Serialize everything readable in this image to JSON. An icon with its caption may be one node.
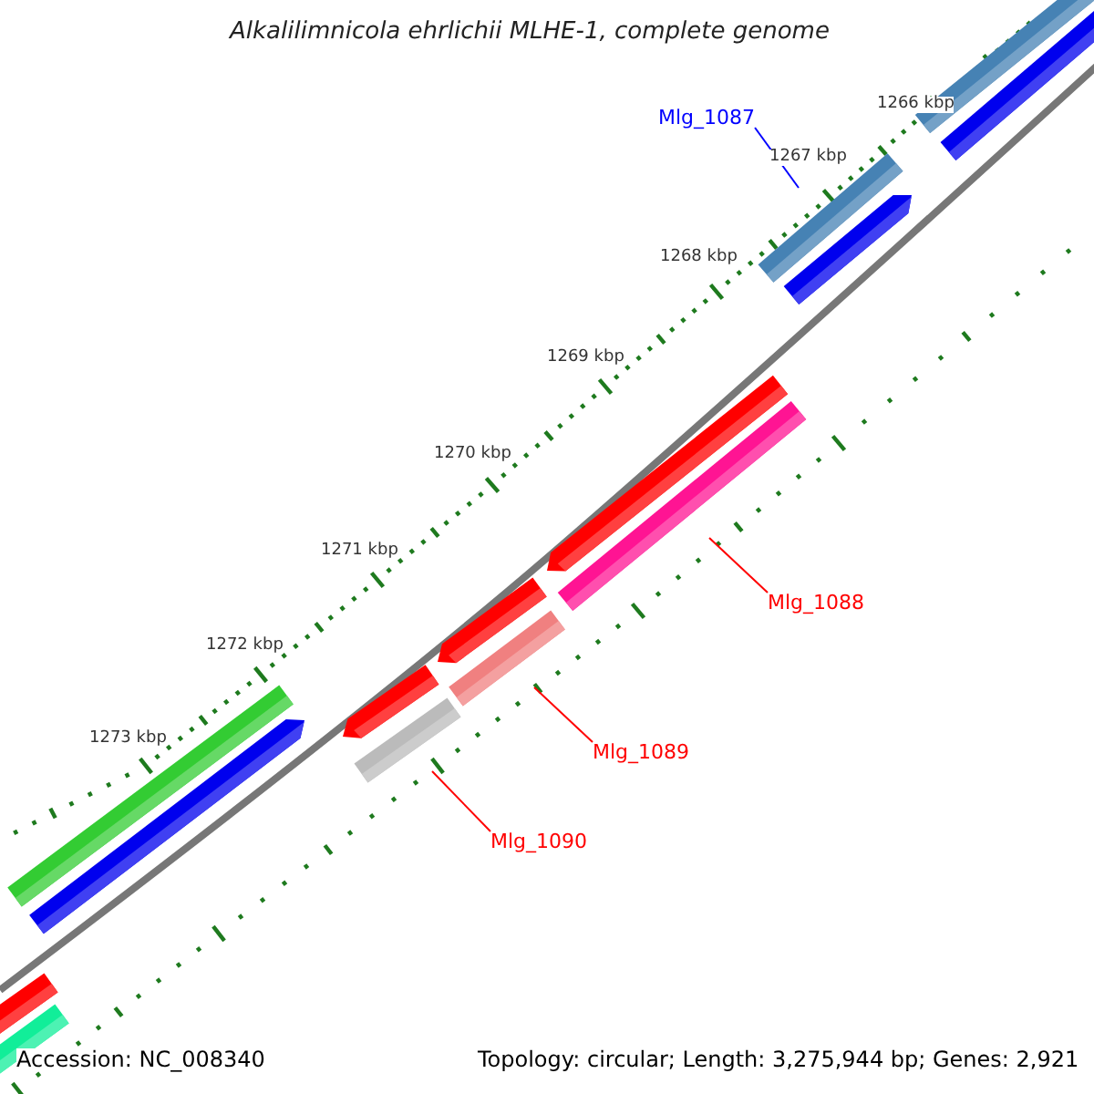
{
  "diagram": {
    "title": "Alkalilimnicola ehrlichii MLHE-1, complete genome",
    "nodes": [
      {
        "text": [
          "Mlg_1087"
        ]
      },
      {
        "text": [],
        "shape": "bar"
      },
      {
        "text": [
          "Mlg_1088"
        ]
      },
      {
        "text": [],
        "shape": "bar"
      },
      {
        "text": [
          "Mlg_1089"
        ]
      },
      {
        "text": [],
        "shape": "bar"
      },
      {
        "text": [
          "Mlg_1090"
        ]
      },
      {
        "text": [],
        "shape": "bar"
      }
    ],
    "edges": [
      {
        "from": 0,
        "to": 1,
        "arrow": "none",
        "color": "#0000ff"
      },
      {
        "from": 2,
        "to": 3,
        "arrow": "none"
      },
      {
        "from": 4,
        "to": 5,
        "arrow": "none"
      },
      {
        "from": 6,
        "to": 7,
        "arrow": "none"
      }
    ],
    "labels": [
      "1266 kbp",
      "1267 kbp",
      "1268 kbp",
      "1269 kbp",
      "1270 kbp",
      "1271 kbp",
      "1272 kbp",
      "1273 kbp",
      "Accession: NC_008340",
      "Topology: circular; Length: 3,275,944 bp; Genes: 2,921"
    ]
  }
}
